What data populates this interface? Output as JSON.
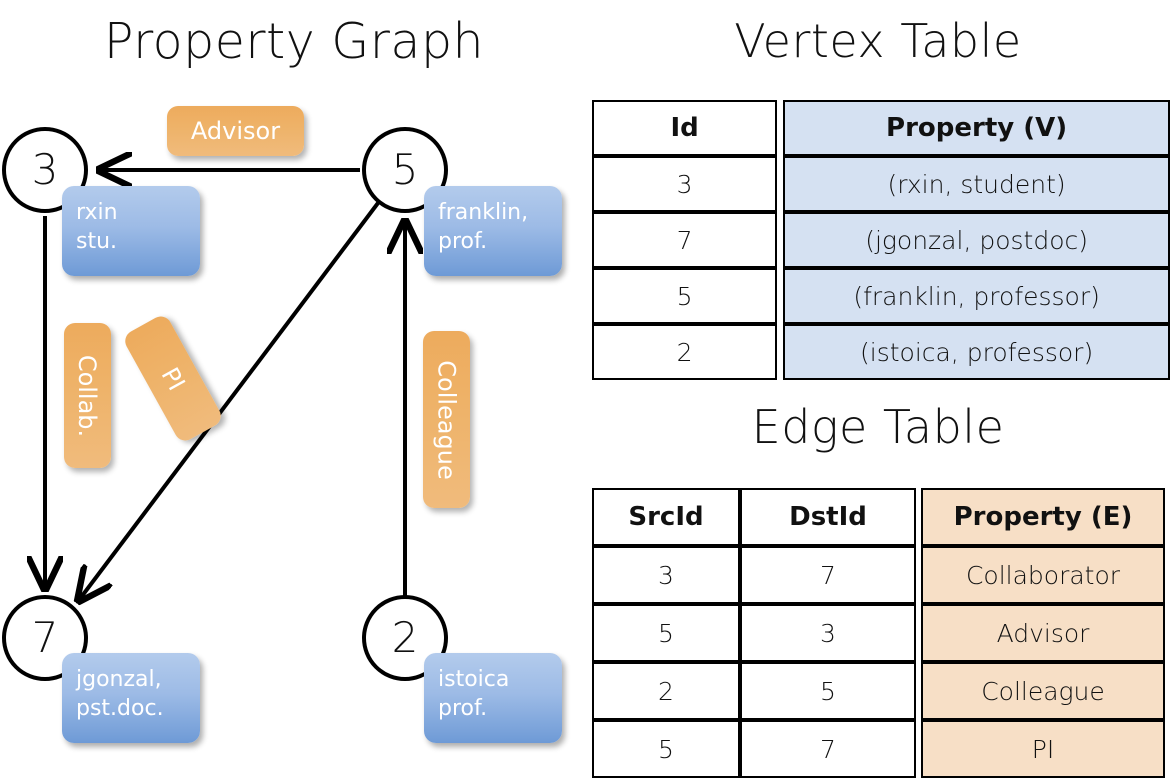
{
  "titles": {
    "property_graph": "Property Graph",
    "vertex_table": "Vertex Table",
    "edge_table": "Edge Table"
  },
  "colors": {
    "vertex_accent": "#d5e1f2",
    "edge_accent": "#f7dfc6",
    "vertex_box": "#9dbbe6",
    "edge_box": "#eeb268",
    "stroke": "#000000"
  },
  "graph": {
    "nodes": [
      {
        "id": "3",
        "prop_line1": "rxin",
        "prop_line2": "stu."
      },
      {
        "id": "5",
        "prop_line1": "franklin,",
        "prop_line2": "prof."
      },
      {
        "id": "7",
        "prop_line1": "jgonzal,",
        "prop_line2": "pst.doc."
      },
      {
        "id": "2",
        "prop_line1": "istoica",
        "prop_line2": "prof."
      }
    ],
    "edge_labels": [
      {
        "key": "advisor",
        "text": "Advisor"
      },
      {
        "key": "collab",
        "text": "Collab."
      },
      {
        "key": "pi",
        "text": "PI"
      },
      {
        "key": "colleague",
        "text": "Colleague"
      }
    ],
    "edges": [
      {
        "src": "5",
        "dst": "3",
        "label": "Advisor"
      },
      {
        "src": "3",
        "dst": "7",
        "label": "Collab."
      },
      {
        "src": "5",
        "dst": "7",
        "label": "PI"
      },
      {
        "src": "2",
        "dst": "5",
        "label": "Colleague"
      }
    ]
  },
  "vertex_table": {
    "headers": [
      "Id",
      "Property (V)"
    ],
    "rows": [
      {
        "id": "3",
        "property": "(rxin, student)"
      },
      {
        "id": "7",
        "property": "(jgonzal, postdoc)"
      },
      {
        "id": "5",
        "property": "(franklin, professor)"
      },
      {
        "id": "2",
        "property": "(istoica, professor)"
      }
    ]
  },
  "edge_table": {
    "headers": [
      "SrcId",
      "DstId",
      "Property (E)"
    ],
    "rows": [
      {
        "src": "3",
        "dst": "7",
        "property": "Collaborator"
      },
      {
        "src": "5",
        "dst": "3",
        "property": "Advisor"
      },
      {
        "src": "2",
        "dst": "5",
        "property": "Colleague"
      },
      {
        "src": "5",
        "dst": "7",
        "property": "PI"
      }
    ]
  }
}
